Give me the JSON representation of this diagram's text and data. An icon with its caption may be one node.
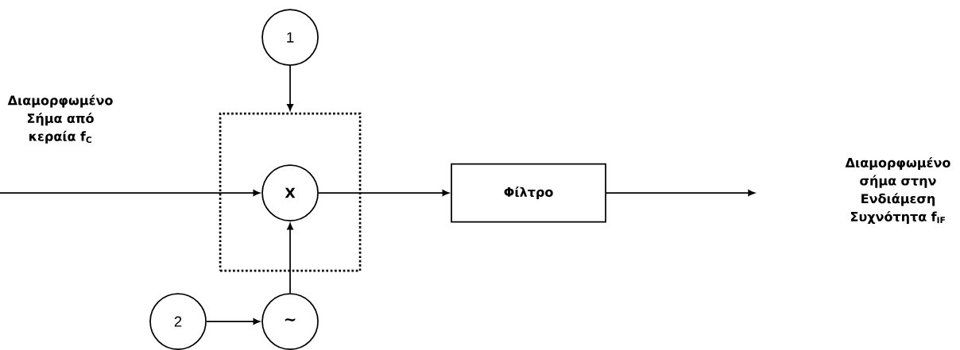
{
  "diagram": {
    "nodes": [
      {
        "text": [],
        "shape": "box"
      },
      {
        "text": [
          "1"
        ]
      },
      {
        "text": [
          "X"
        ],
        "in": 0
      },
      {
        "text": [
          "2"
        ]
      },
      {
        "text": [
          "~"
        ]
      },
      {
        "text": [
          "Φίλτρο"
        ]
      }
    ],
    "edges": [
      {
        "from": null,
        "to": 2,
        "arrow": "to"
      },
      {
        "from": 1,
        "to": 0,
        "arrow": "to"
      },
      {
        "from": 3,
        "to": 4,
        "arrow": "to"
      },
      {
        "from": 4,
        "to": 2,
        "arrow": "to"
      },
      {
        "from": 2,
        "to": 5,
        "arrow": "to"
      },
      {
        "from": 5,
        "to": null,
        "arrow": "to"
      }
    ],
    "labels": [
      "Διαμορφωμένο Σήμα από κεραία f$_{C}$",
      "Διαμορφωμένο σήμα στην Ενδιάμεση Συχνότητα f$_{IF}$"
    ]
  }
}
